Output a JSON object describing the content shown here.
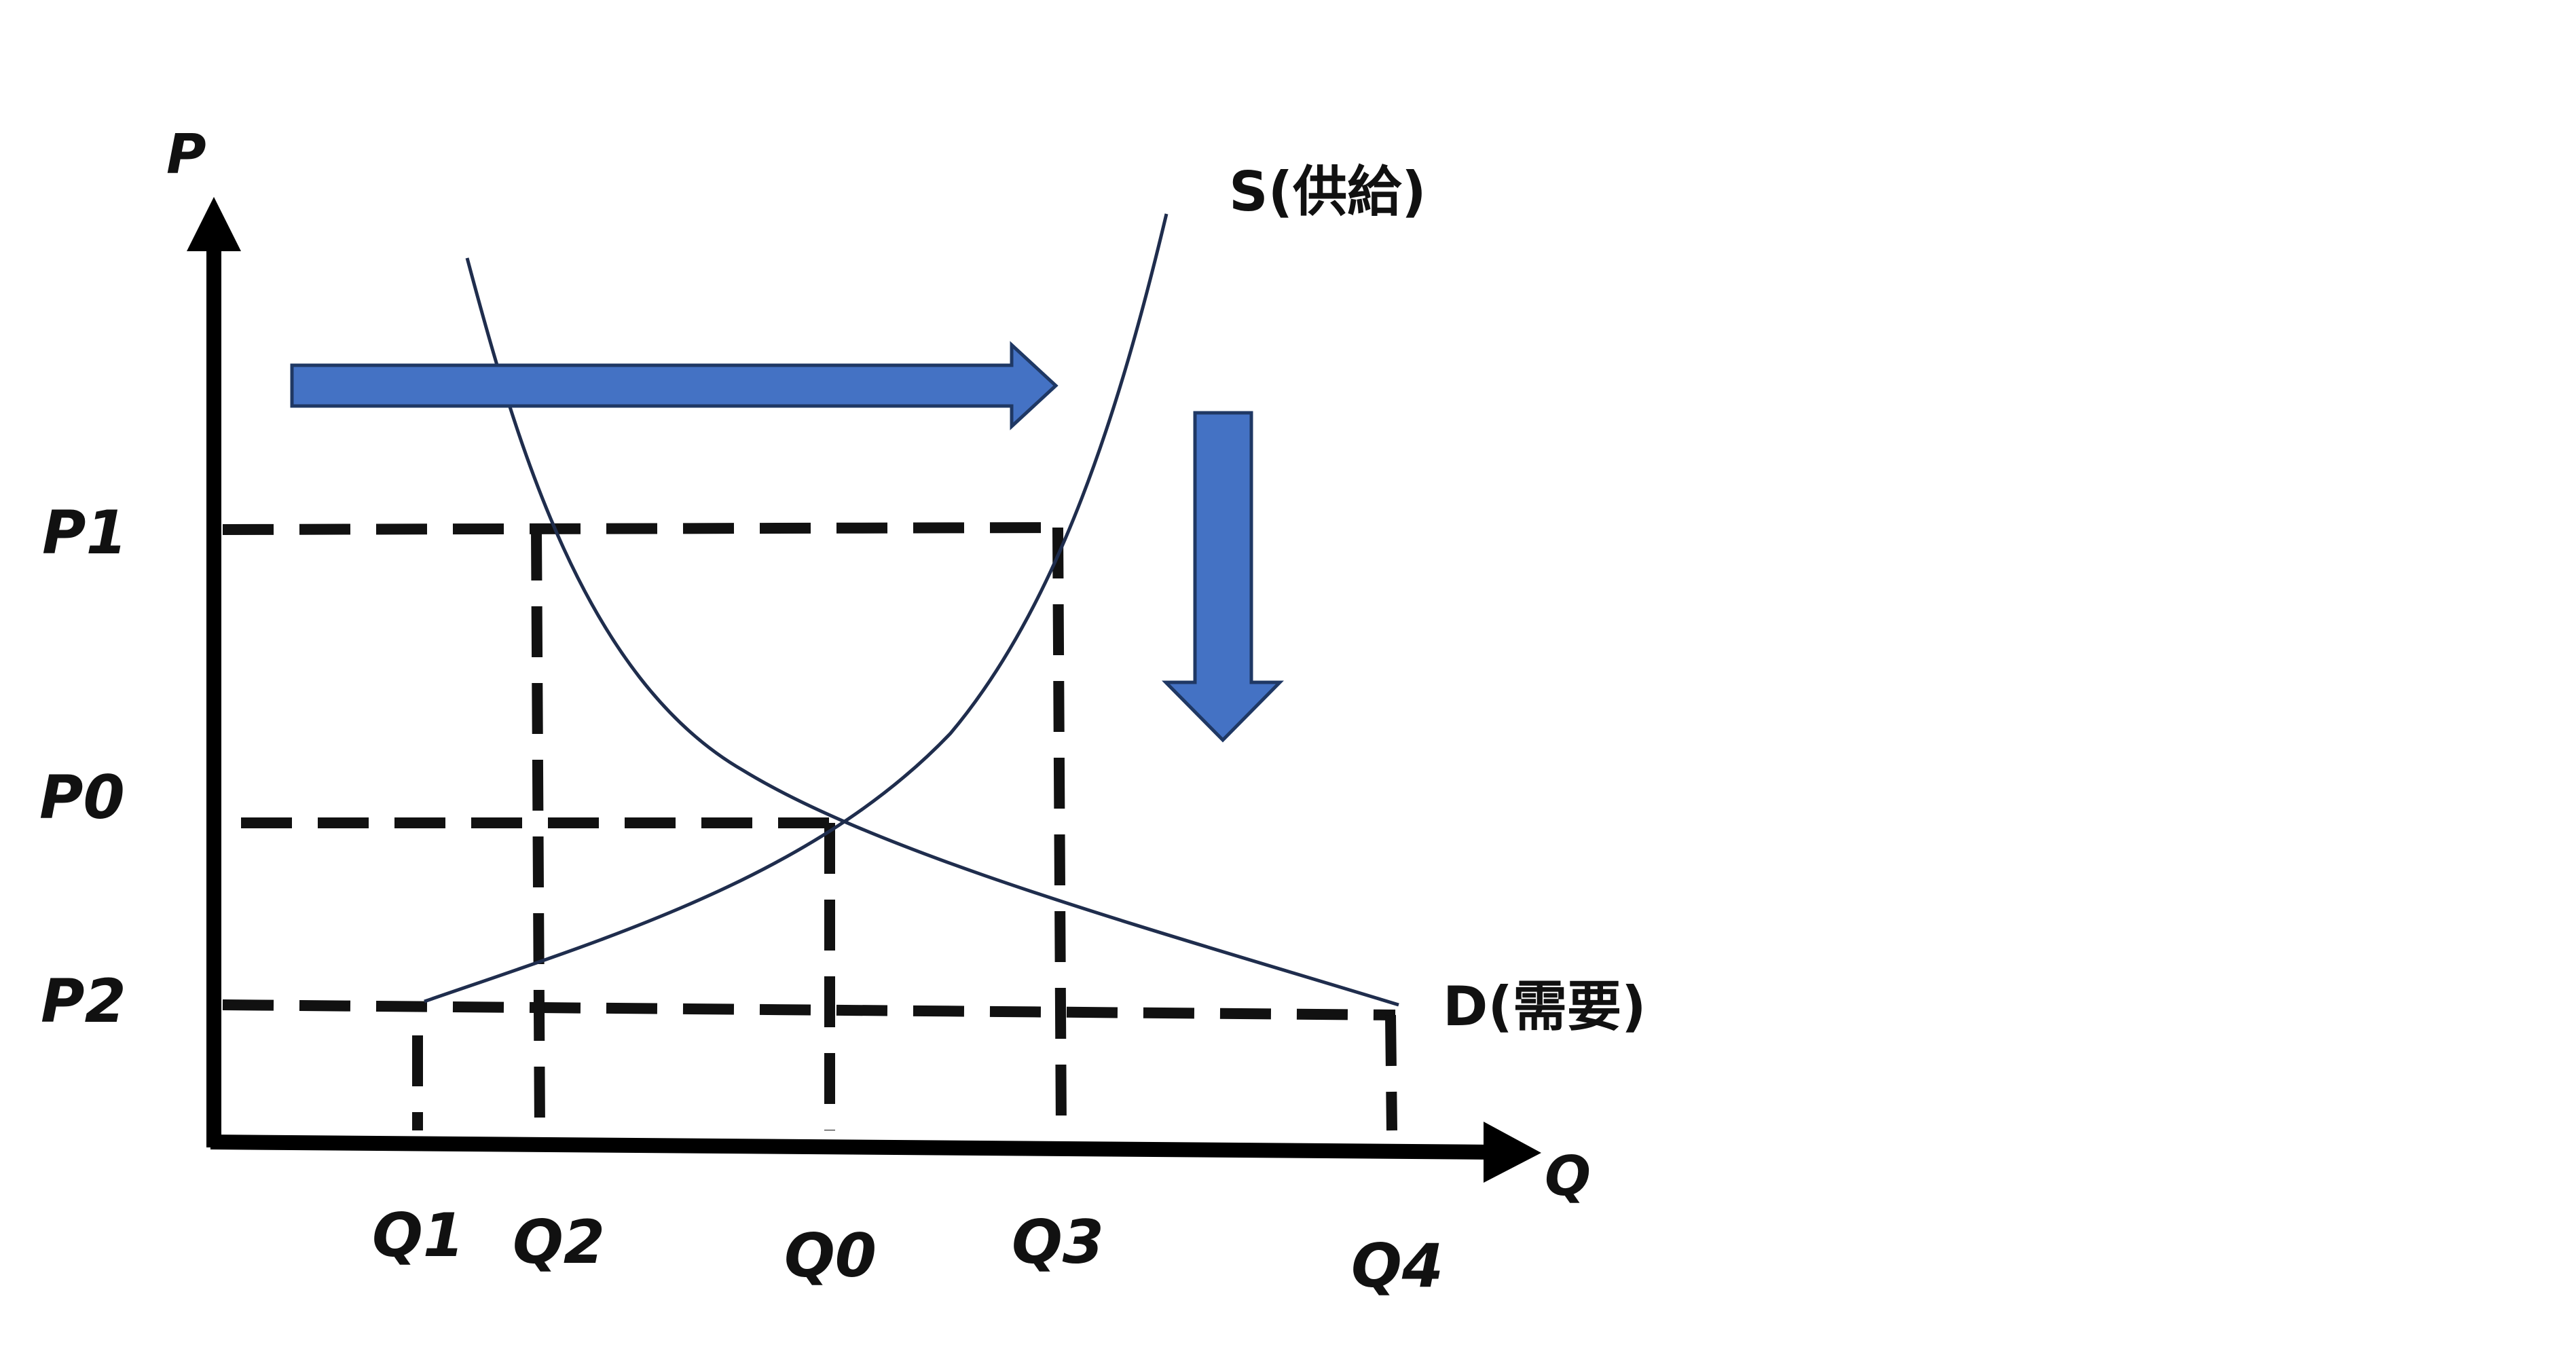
{
  "axes": {
    "y_label": "P",
    "x_label": "Q"
  },
  "price_labels": {
    "p1": "P1",
    "p0": "P0",
    "p2": "P2"
  },
  "quantity_labels": {
    "q1": "Q1",
    "q2": "Q2",
    "q0": "Q0",
    "q3": "Q3",
    "q4": "Q4"
  },
  "curves": {
    "supply": "S(供給)",
    "demand": "D(需要)"
  },
  "colors": {
    "axis": "#000000",
    "curve": "#1f2d4d",
    "arrow_fill": "#4472c4",
    "arrow_stroke": "#1f3864",
    "dash": "#111111"
  }
}
